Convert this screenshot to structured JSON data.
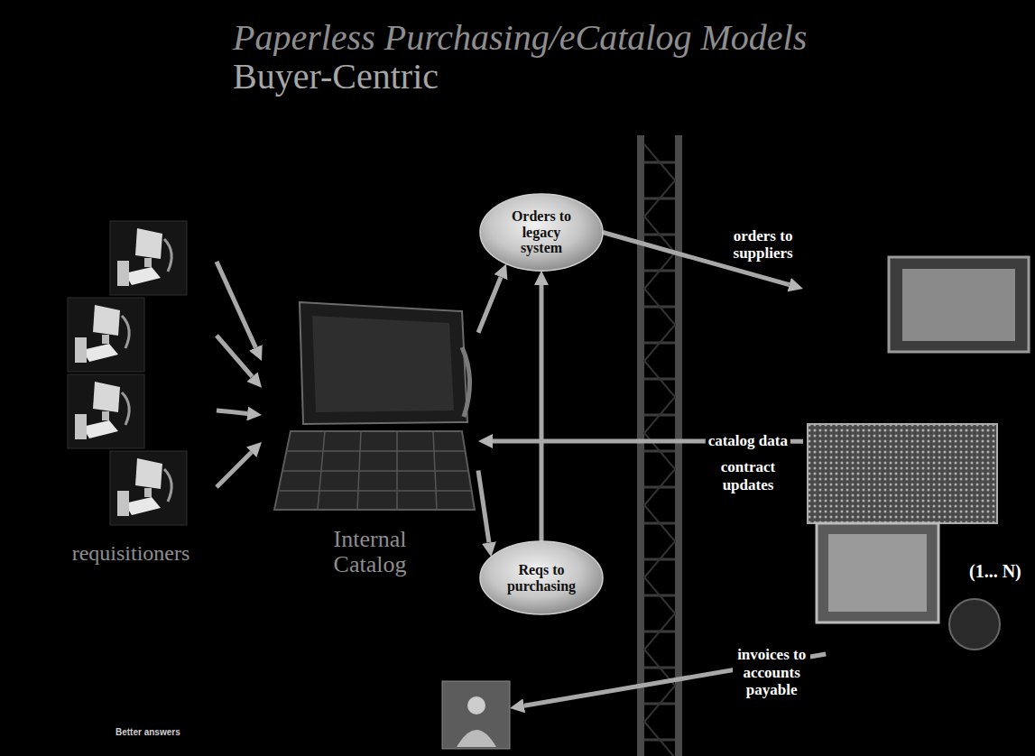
{
  "diagram": {
    "title": "Paperless Purchasing/eCatalog Models",
    "nodes": [
      {
        "text": [
          "requisitioners"
        ]
      },
      {
        "text": [
          "Internal Catalog"
        ]
      },
      {
        "text": [
          "Orders to legacy system"
        ]
      },
      {
        "text": [
          "Reqs to purchasing"
        ]
      },
      {
        "text": [
          "(1... N)"
        ]
      },
      {
        "text": []
      }
    ],
    "edges": [
      {
        "from": 0,
        "to": 1,
        "arrow": "to"
      },
      {
        "from": 1,
        "to": 2,
        "arrow": "to"
      },
      {
        "from": 1,
        "to": 3,
        "arrow": "to"
      },
      {
        "from": 3,
        "to": 2,
        "arrow": "to"
      },
      {
        "from": 2,
        "to": 4,
        "label": "orders to suppliers",
        "arrow": "to"
      },
      {
        "from": 4,
        "to": 1,
        "label": "catalog data",
        "arrow": "to"
      },
      {
        "from": 4,
        "to": 5,
        "label": "invoices to accounts payable",
        "arrow": "to"
      }
    ],
    "labels": [
      "Buyer-Centric",
      "contract updates",
      "Better answers"
    ]
  }
}
